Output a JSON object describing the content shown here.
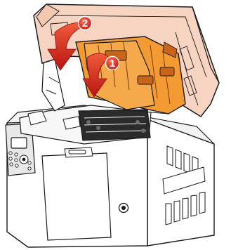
{
  "figure": {
    "subject": "laser-printer-open-scanner-lid",
    "steps": [
      {
        "number": "1",
        "action": "lower-inner-toner-cover"
      },
      {
        "number": "2",
        "action": "close-scanner-lid"
      }
    ]
  },
  "colors": {
    "lid_fill": "#f7d4c2",
    "orange_part": "#f39a33",
    "orange_dark": "#c9651b",
    "arrow_red": "#d9231f",
    "badge_red": "#e3261f",
    "line": "#1a1a1a",
    "body_fill": "#ffffff",
    "panel_gray": "#e8e8e8",
    "dark_internals": "#2b2b2b"
  }
}
